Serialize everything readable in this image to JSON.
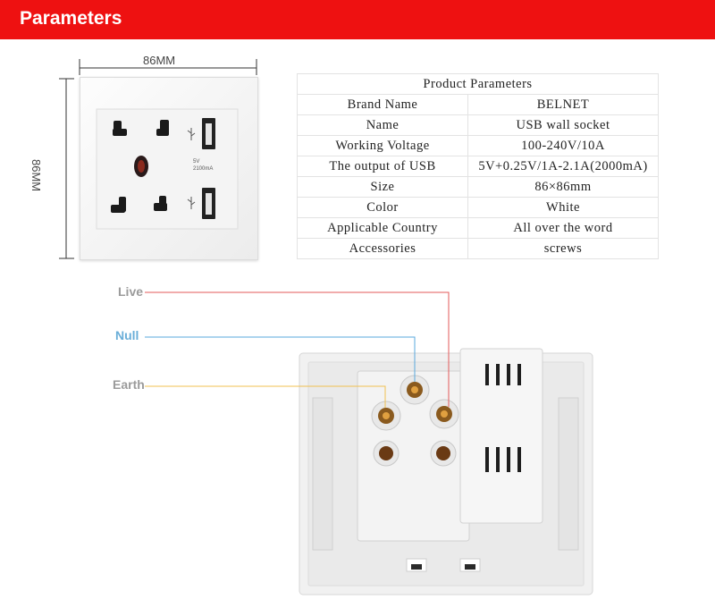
{
  "header": {
    "title": "Parameters"
  },
  "dimensions": {
    "width_label": "86MM",
    "height_label": "86MM"
  },
  "socket_front": {
    "usb_rating_line1": "5V",
    "usb_rating_line2": "2100mA"
  },
  "table": {
    "title": "Product Parameters",
    "rows": [
      {
        "key": "Brand Name",
        "value": "BELNET"
      },
      {
        "key": "Name",
        "value": "USB wall socket"
      },
      {
        "key": "Working Voltage",
        "value": "100-240V/10A"
      },
      {
        "key": "The output of USB",
        "value": "5V+0.25V/1A-2.1A(2000mA)"
      },
      {
        "key": "Size",
        "value": "86×86mm"
      },
      {
        "key": "Color",
        "value": "White"
      },
      {
        "key": "Applicable Country",
        "value": "All over the word"
      },
      {
        "key": "Accessories",
        "value": "screws"
      }
    ]
  },
  "wiring": {
    "live": "Live",
    "null": "Null",
    "earth": "Earth",
    "colors": {
      "live": "#e35a5a",
      "null": "#5aa8dc",
      "earth": "#f0c050",
      "header": "#ee1111"
    }
  }
}
